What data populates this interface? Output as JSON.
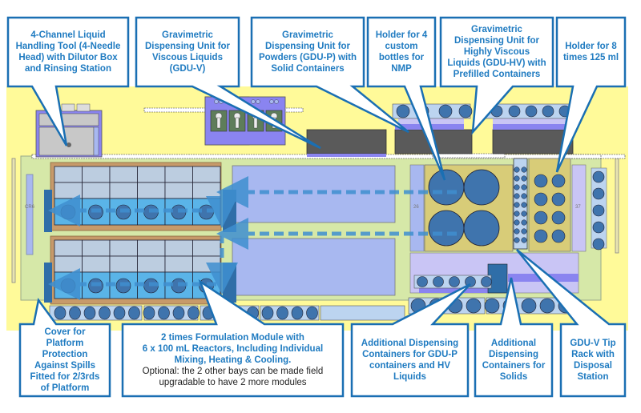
{
  "diagram": {
    "title": "Formulation Platform Layout",
    "colors": {
      "background": "#ffffff",
      "deck": "#fffa99",
      "platform": "#d6e8a8",
      "callout_border": "#1a6fb3",
      "callout_text": "#1f7bc1",
      "module_frame": "#c79a6a",
      "reactor_well": "#5ab4e8",
      "grid_cell": "#bccde0",
      "bay": "#a8b8f0",
      "device_dark": "#5a5a5a",
      "lavender": "#c9c5f5",
      "purple": "#8a84f0",
      "container": "#3f74ad",
      "holder_tan": "#d8cc78",
      "green_unit": "#5e7d5a",
      "flow_arrow": "#3f8fd0"
    },
    "labels": {
      "cr6": "CR6",
      "pos26": "26",
      "pos37": "37"
    },
    "callouts": [
      {
        "id": "liquid-handling",
        "lines": [
          "4-Channel Liquid",
          "Handling Tool (4-Needle",
          "Head) with Dilutor Box",
          "and Rinsing Station"
        ]
      },
      {
        "id": "gdu-v",
        "lines": [
          "Gravimetric",
          "Dispensing Unit for",
          "Viscous Liquids",
          "(GDU-V)"
        ]
      },
      {
        "id": "gdu-p",
        "lines": [
          "Gravimetric",
          "Dispensing Unit for",
          "Powders (GDU-P) with",
          "Solid Containers"
        ]
      },
      {
        "id": "nmp-holder",
        "lines": [
          "Holder for 4",
          "custom",
          "bottles for",
          "NMP"
        ]
      },
      {
        "id": "gdu-hv",
        "lines": [
          "Gravimetric",
          "Dispensing Unit for",
          "Highly Viscous",
          "Liquids (GDU-HV) with",
          "Prefilled Containers"
        ]
      },
      {
        "id": "holder-125ml",
        "lines": [
          "Holder for 8",
          "times 125 ml"
        ]
      },
      {
        "id": "cover",
        "lines": [
          "Cover for",
          "Platform",
          "Protection",
          "Against Spills",
          "Fitted for 2/3rds",
          "of Platform"
        ]
      },
      {
        "id": "formulation-module",
        "lines": [
          "2 times Formulation Module with",
          "6 x 100 mL Reactors, Including Individual",
          "Mixing, Heating & Cooling."
        ],
        "note_lines": [
          "Optional: the 2 other bays can be made field",
          "upgradable to have 2 more modules"
        ]
      },
      {
        "id": "additional-gdu-p-hv",
        "lines": [
          "Additional  Dispensing",
          "Containers for GDU-P",
          "containers and HV",
          "Liquids"
        ]
      },
      {
        "id": "additional-solids",
        "lines": [
          "Additional",
          "Dispensing",
          "Containers for",
          "Solids"
        ]
      },
      {
        "id": "tip-rack",
        "lines": [
          "GDU-V Tip",
          "Rack with",
          "Disposal",
          "Station"
        ]
      }
    ],
    "modules": {
      "count": 2,
      "reactors_per_module": 6,
      "reactor_volume": "100 mL"
    }
  }
}
